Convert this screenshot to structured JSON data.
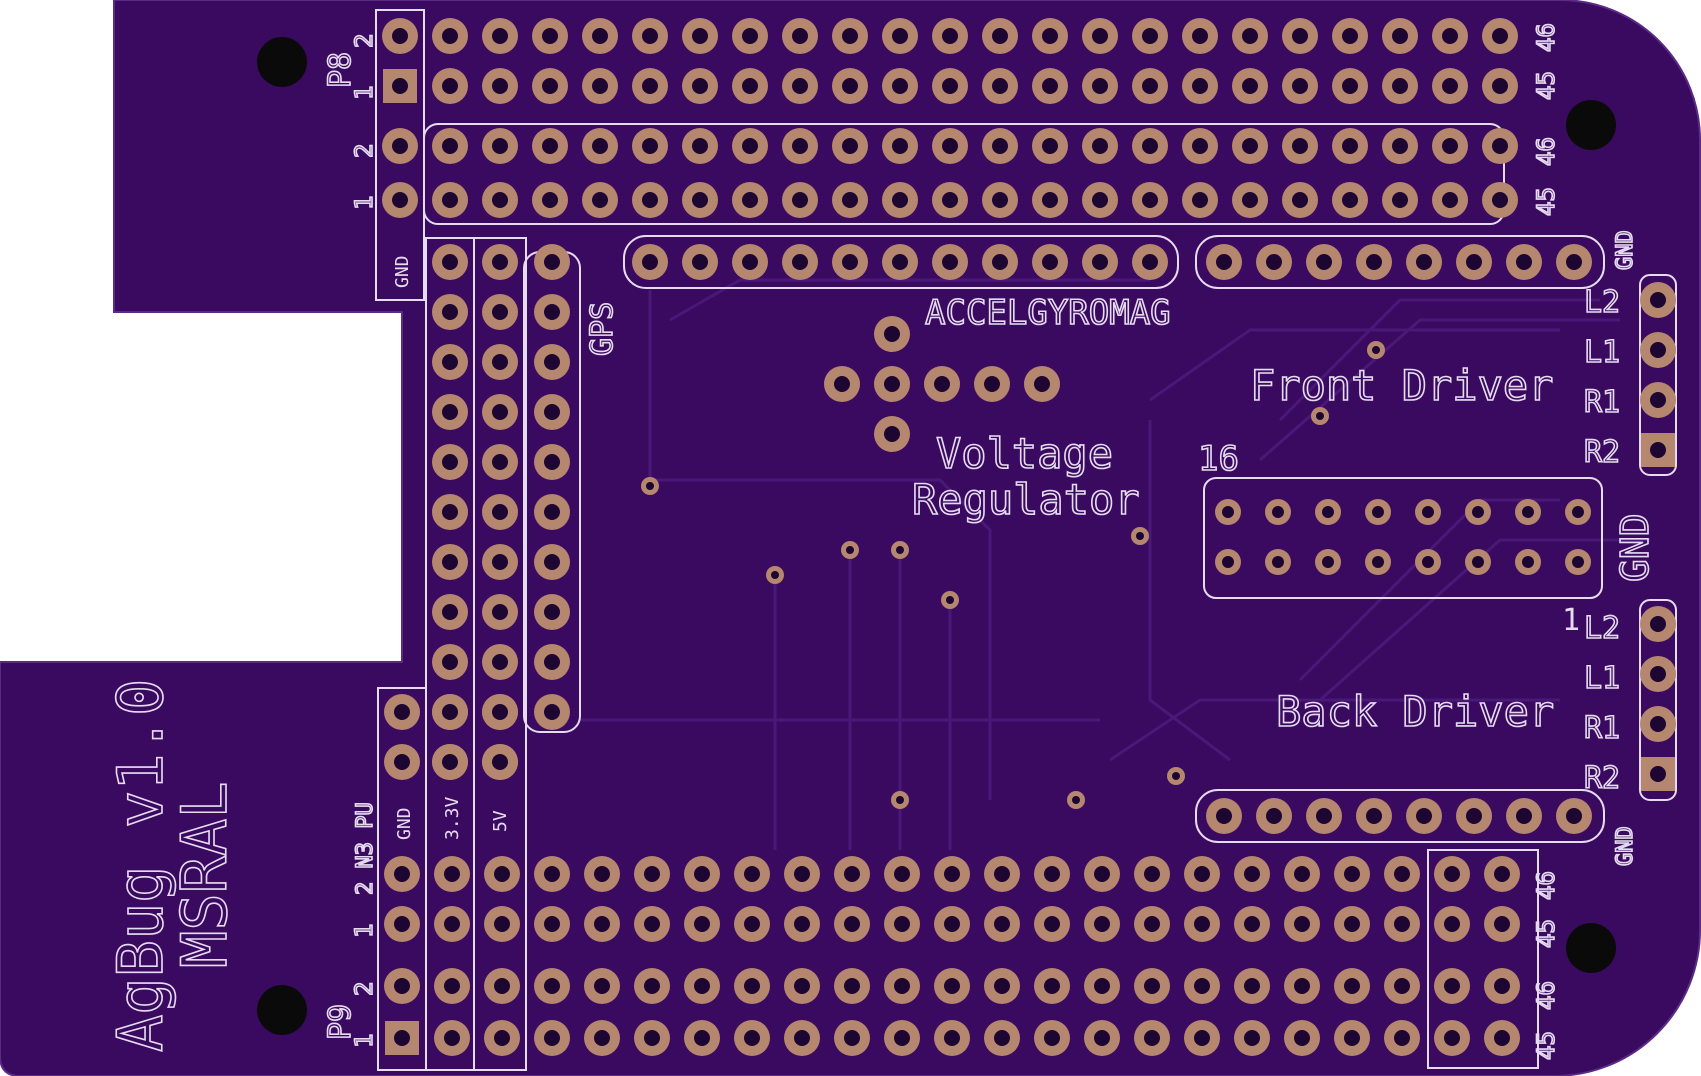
{
  "colors": {
    "board": "#3a0a60",
    "board_dark": "#2f074f",
    "trace": "#4a1878",
    "silkscreen": "#e6dcf0",
    "copper_pad": "#b5876f",
    "drill": "#1e0632",
    "mount_hole": "#0a0a0a",
    "background": "#ffffff"
  },
  "board": {
    "title": "AgBug v1.0",
    "org": "MSRAL"
  },
  "headers": {
    "p8": {
      "name": "P8",
      "pin1": "1",
      "pin2": "2",
      "pin45": "45",
      "pin46": "46"
    },
    "p9": {
      "name": "P9",
      "pin1": "1",
      "pin2": "2",
      "pin45": "45",
      "pin46": "46"
    },
    "row_labels": {
      "one": "1",
      "two": "2",
      "forty_five": "45",
      "forty_six": "46"
    },
    "label_2n3pu": "2 N3 PU"
  },
  "rails": {
    "gnd_top": "GND",
    "gnd": "GND",
    "v33": "3.3V",
    "v5": "5V"
  },
  "modules": {
    "gps": "GPS",
    "accel": "ACCELGYROMAG",
    "voltage_line1": "Voltage",
    "voltage_line2": "Regulator",
    "front_driver": "Front Driver",
    "back_driver": "Back Driver",
    "ribbon_pin": "16",
    "ribbon_gnd": "GND",
    "top_gnd": "GND",
    "bottom_gnd": "GND"
  },
  "motor_labels": {
    "front": [
      "L2",
      "L1",
      "R1",
      "R2"
    ],
    "back_first": "1",
    "back": [
      "L2",
      "L1",
      "R1",
      "R2"
    ]
  }
}
